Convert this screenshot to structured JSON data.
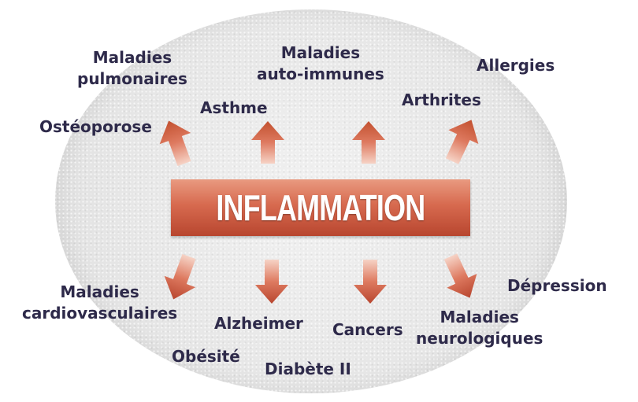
{
  "diagram": {
    "center": {
      "text": "INFLAMMATION",
      "color": "#d2634a"
    },
    "arrow_color": "#d2634a",
    "ellipse_color": "#e3e3e3",
    "text_color": "#2e2a4a",
    "conditions": {
      "maladies_pulmonaires": "Maladies\npulmonaires",
      "osteoporose": "Ostéoporose",
      "asthme": "Asthme",
      "maladies_auto_immunes": "Maladies\nauto-immunes",
      "arthrites": "Arthrites",
      "allergies": "Allergies",
      "maladies_cardiovasculaires": "Maladies\ncardiovasculaires",
      "alzheimer": "Alzheimer",
      "obesite": "Obésité",
      "diabete_ii": "Diabète II",
      "cancers": "Cancers",
      "depression": "Dépression",
      "maladies_neurologiques": "Maladies\nneurologiques"
    }
  }
}
